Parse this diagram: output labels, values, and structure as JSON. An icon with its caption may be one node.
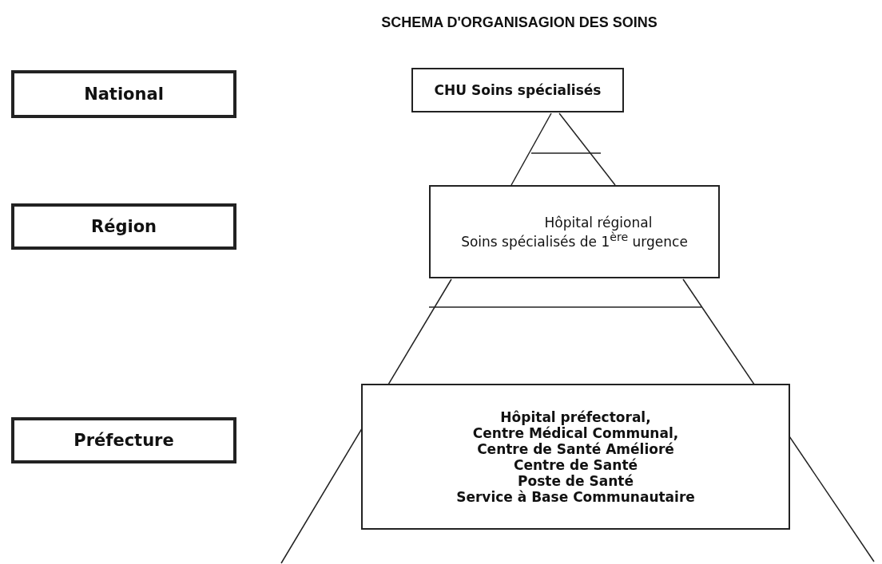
{
  "diagram": {
    "title": "SCHEMA D'ORGANISAGION DES SOINS",
    "nodes": [
      {
        "text": [
          "National"
        ]
      },
      {
        "text": [
          "CHU Soins spécialisés"
        ]
      },
      {
        "text": [
          "Région"
        ]
      },
      {
        "text": [
          "Hôpital régional",
          "Soins spécialisés de 1$^{ère}$ urgence"
        ]
      },
      {
        "text": [
          "Préfecture"
        ]
      },
      {
        "text": [
          "Hôpital préfectoral,",
          "Centre Médical Communal,",
          "Centre de Santé Amélioré",
          "Centre de Santé",
          "Poste de Santé",
          "Service à Base Communautaire"
        ]
      }
    ]
  }
}
